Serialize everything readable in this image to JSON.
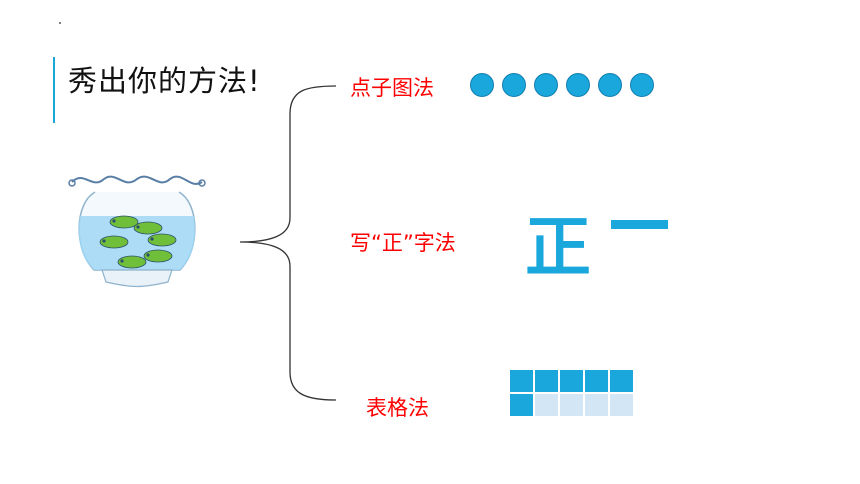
{
  "title": "秀出你的方法!",
  "methods": {
    "dots": {
      "label": "点子图法",
      "count": 6
    },
    "zheng": {
      "label": "写“正”字法",
      "tally_full": "正",
      "tally_partial": "一"
    },
    "table": {
      "label": "表格法",
      "columns": 5,
      "rows": 2,
      "filled": 6
    }
  },
  "colors": {
    "accent": "#1aa7dc",
    "label": "#ff0000",
    "empty_cell": "#d3e6f5"
  },
  "icons": {
    "bowl": "fish-bowl-icon"
  }
}
